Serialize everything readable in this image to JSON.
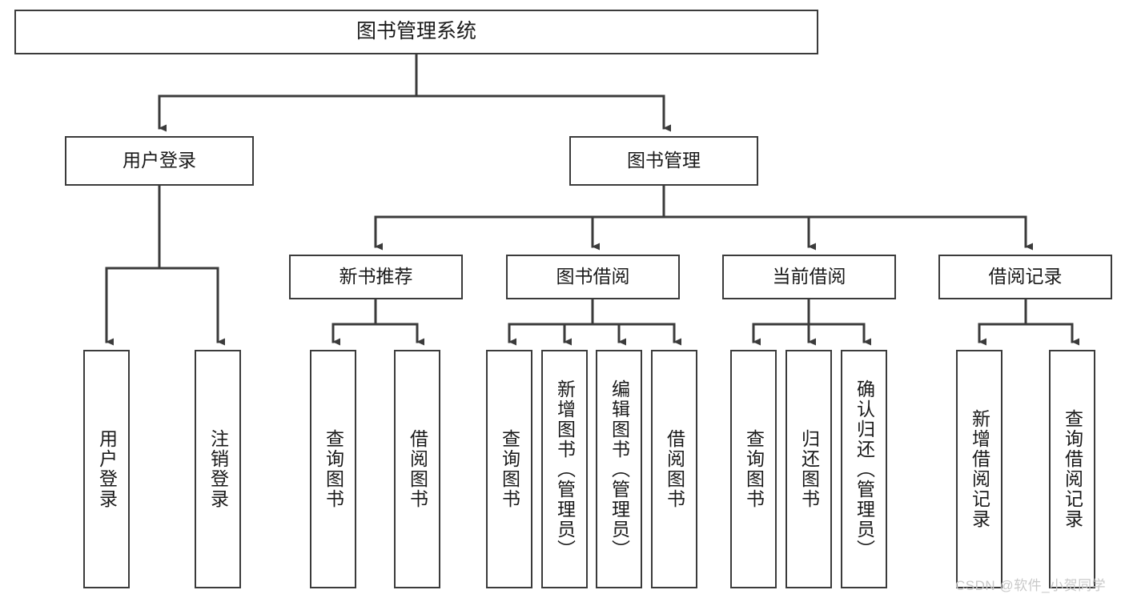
{
  "diagram": {
    "title": "图书管理系统",
    "type": "tree-hierarchy-chart",
    "watermark": "CSDN @软件_小贺同学",
    "colors": {
      "box_border": "#3b3b3b",
      "connector": "#3b3b3b",
      "background": "#ffffff",
      "text": "#1a1a1a",
      "watermark": "#c9c9c9"
    },
    "nodes": {
      "root": {
        "label": "图书管理系统"
      },
      "level2": [
        {
          "id": "user-login",
          "label": "用户登录"
        },
        {
          "id": "book-management",
          "label": "图书管理"
        }
      ],
      "level3": [
        {
          "id": "new-book-recommend",
          "label": "新书推荐"
        },
        {
          "id": "book-borrow",
          "label": "图书借阅"
        },
        {
          "id": "current-borrow",
          "label": "当前借阅"
        },
        {
          "id": "borrow-record",
          "label": "借阅记录"
        }
      ],
      "leaves": {
        "user_login": [
          {
            "id": "leaf-user-login",
            "label": "用户登录"
          },
          {
            "id": "leaf-logout-login",
            "label": "注销登录"
          }
        ],
        "new_book_recommend": [
          {
            "id": "leaf-query-book-1",
            "label": "查询图书"
          },
          {
            "id": "leaf-borrow-book-1",
            "label": "借阅图书"
          }
        ],
        "book_borrow": [
          {
            "id": "leaf-query-book-2",
            "label": "查询图书"
          },
          {
            "id": "leaf-add-book",
            "label": "新增图书（管理员）"
          },
          {
            "id": "leaf-edit-book",
            "label": "编辑图书（管理员）"
          },
          {
            "id": "leaf-borrow-book-2",
            "label": "借阅图书"
          }
        ],
        "current_borrow": [
          {
            "id": "leaf-query-book-3",
            "label": "查询图书"
          },
          {
            "id": "leaf-return-book",
            "label": "归还图书"
          },
          {
            "id": "leaf-confirm-return",
            "label": "确认归还（管理员）"
          }
        ],
        "borrow_record": [
          {
            "id": "leaf-add-record",
            "label": "新增借阅记录"
          },
          {
            "id": "leaf-query-record",
            "label": "查询借阅记录"
          }
        ]
      }
    }
  }
}
